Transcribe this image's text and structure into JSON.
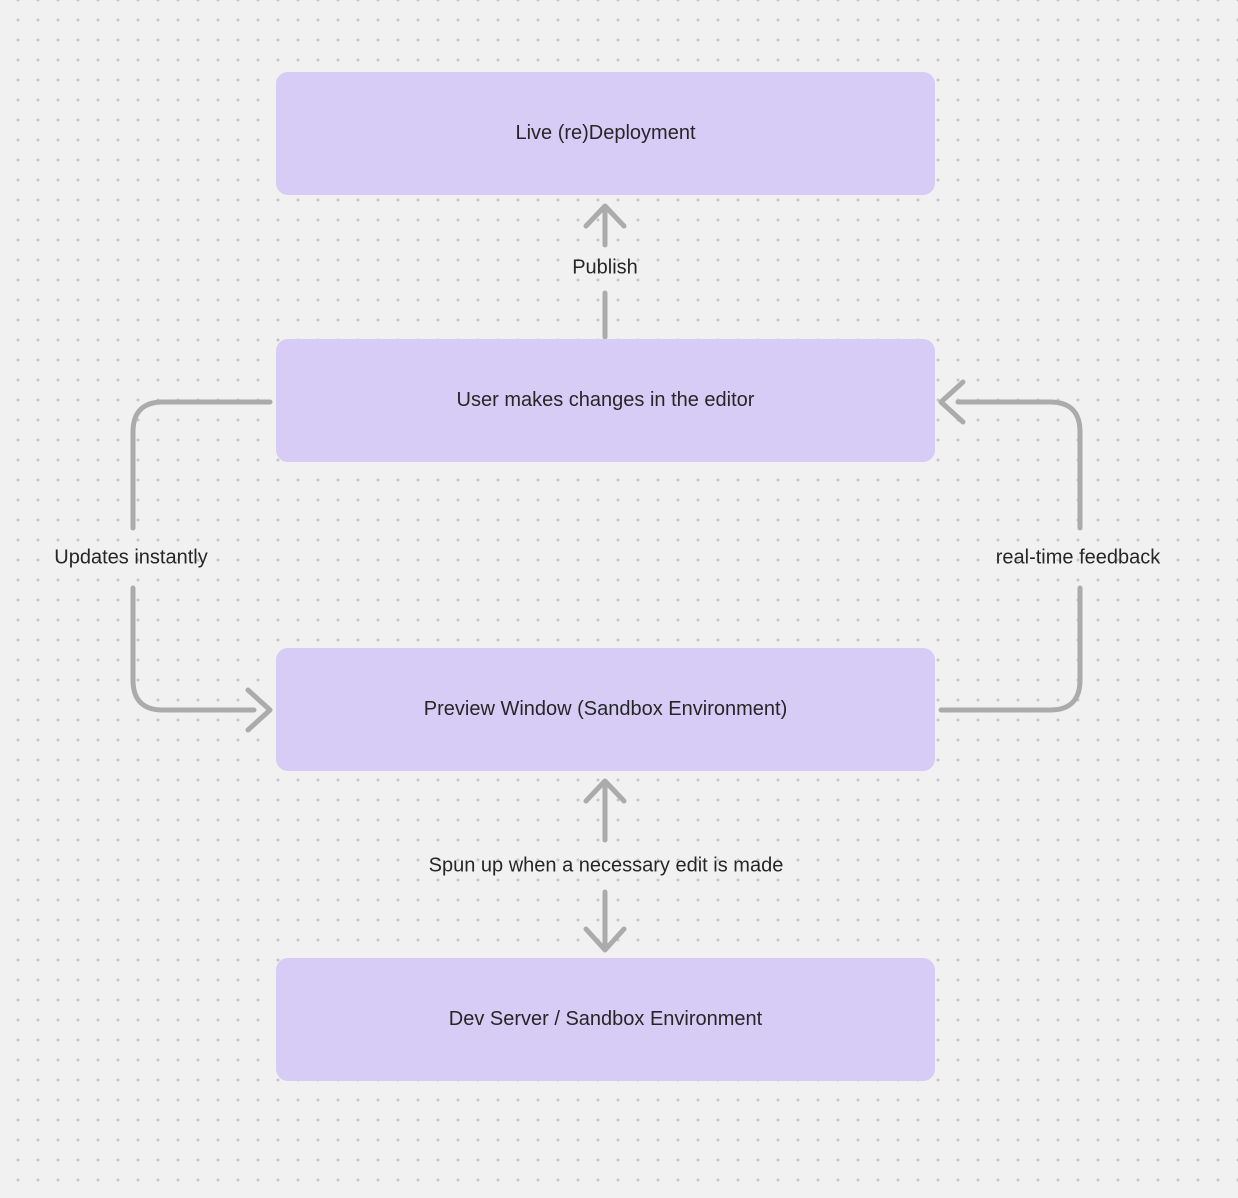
{
  "colors": {
    "background": "#f2f1f1",
    "dot": "#c7c6c6",
    "node_fill": "#d6ccf6",
    "text": "#262626",
    "arrow": "#acabab"
  },
  "nodes": [
    {
      "label": "Live (re)Deployment"
    },
    {
      "label": "User makes changes in the editor"
    },
    {
      "label": "Preview Window (Sandbox Environment)"
    },
    {
      "label": "Dev Server / Sandbox Environment"
    }
  ],
  "edges": [
    {
      "label": "Publish",
      "from": "User makes changes in the editor",
      "to": "Live (re)Deployment",
      "direction": "up"
    },
    {
      "label": "Updates instantly",
      "from": "User makes changes in the editor",
      "to": "Preview Window (Sandbox Environment)",
      "direction": "left-loop-down"
    },
    {
      "label": "real-time feedback",
      "from": "Preview Window (Sandbox Environment)",
      "to": "User makes changes in the editor",
      "direction": "right-loop-up"
    },
    {
      "label": "Spun up when a necessary edit is made",
      "from": "Dev Server / Sandbox Environment",
      "to": "Preview Window (Sandbox Environment)",
      "direction": "bidirectional"
    }
  ]
}
